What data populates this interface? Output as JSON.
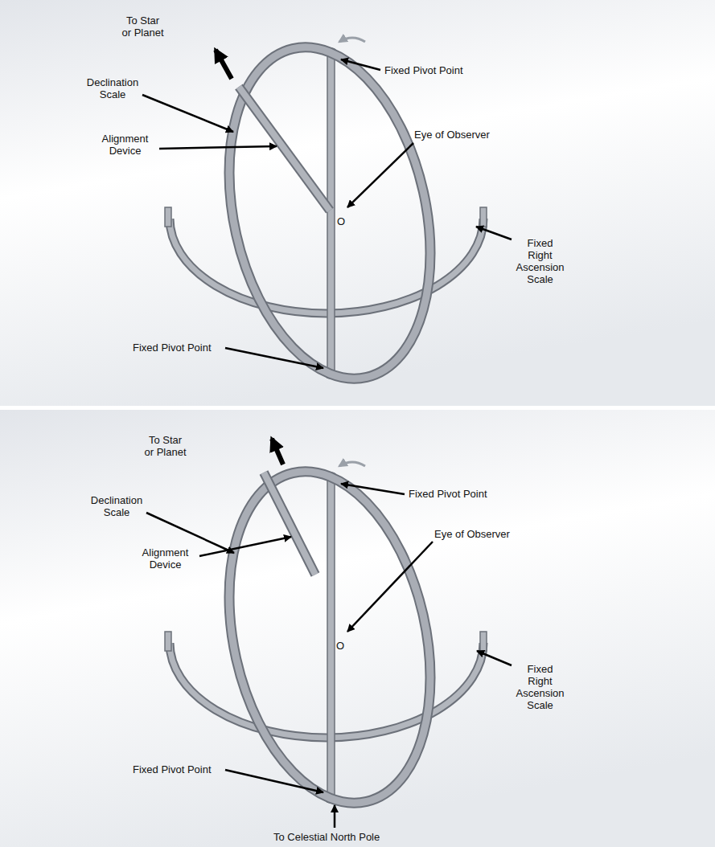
{
  "diagram": {
    "labels": [
      "To Star or Planet",
      "Fixed Pivot Point",
      "Declination Scale",
      "Eye of Observer",
      "Alignment Device",
      "O",
      "Fixed Right Ascension Scale",
      "Fixed Pivot Point",
      "To Star or Planet",
      "Fixed Pivot Point",
      "Declination Scale",
      "Eye of Observer",
      "Alignment Device",
      "O",
      "Fixed Right Ascension Scale",
      "Fixed Pivot Point",
      "To Celestial North Pole"
    ]
  }
}
